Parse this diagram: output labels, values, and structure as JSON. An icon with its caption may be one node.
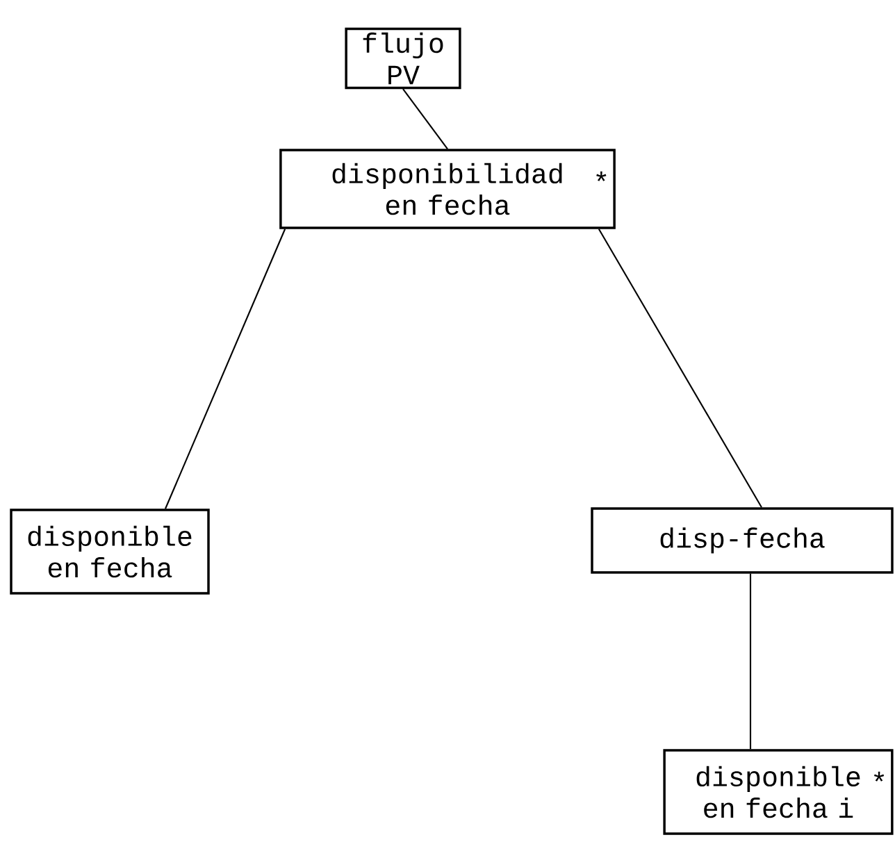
{
  "diagram": {
    "nodes": [
      {
        "text": [
          "flujo PV"
        ]
      },
      {
        "text": [
          "disponibilidad en fecha",
          "*"
        ]
      },
      {
        "text": [
          "disponible en fecha"
        ]
      },
      {
        "text": [
          "disp-fecha"
        ]
      },
      {
        "text": [
          "disponible en fecha i",
          "*"
        ]
      }
    ],
    "edges": [
      {
        "from": 0,
        "to": 1,
        "arrow": "none"
      },
      {
        "from": 1,
        "to": 2,
        "arrow": "none"
      },
      {
        "from": 1,
        "to": 3,
        "arrow": "none"
      },
      {
        "from": 3,
        "to": 4,
        "arrow": "none"
      }
    ]
  }
}
